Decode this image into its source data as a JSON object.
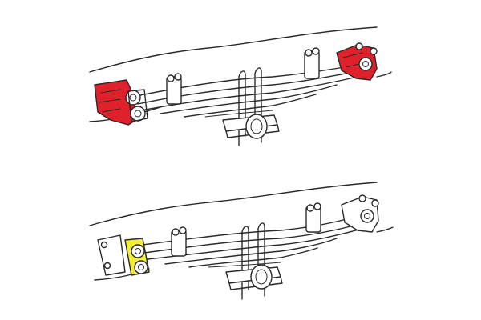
{
  "colors": {
    "background": "#ffffff",
    "outline": "#2a2a2a",
    "highlight_top": "#e0202a",
    "highlight_bottom": "#f2ee3a"
  },
  "figures": [
    {
      "name": "top-assembly",
      "highlighted_parts": [
        "front-spring-hanger",
        "rear-shackle-bracket"
      ],
      "highlight": "red"
    },
    {
      "name": "bottom-assembly",
      "highlighted_parts": [
        "front-eye-bushing"
      ],
      "highlight": "yellow"
    }
  ]
}
